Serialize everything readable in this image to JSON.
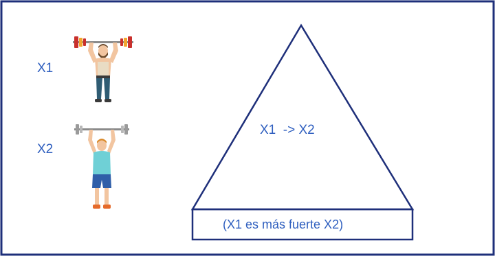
{
  "lifters": [
    {
      "label": "X1",
      "icon": "strong-weightlifter-icon"
    },
    {
      "label": "X2",
      "icon": "weightlifter-icon"
    }
  ],
  "relation": "X1  -> X2",
  "footer": "(X1 es más fuerte X2)",
  "colors": {
    "border": "#1e2f7a",
    "text": "#2f5fbf",
    "skin": "#f2c5a0",
    "beard": "#6b4a2b",
    "strong_pants": "#2f5c73",
    "strong_plate": "#c9302c",
    "strong_plate_accent": "#f2a72e",
    "weak_shirt": "#6fd0d6",
    "weak_shorts": "#2f5ea8",
    "weak_plate": "#9a9a9a",
    "shoe": "#e56a2a"
  }
}
